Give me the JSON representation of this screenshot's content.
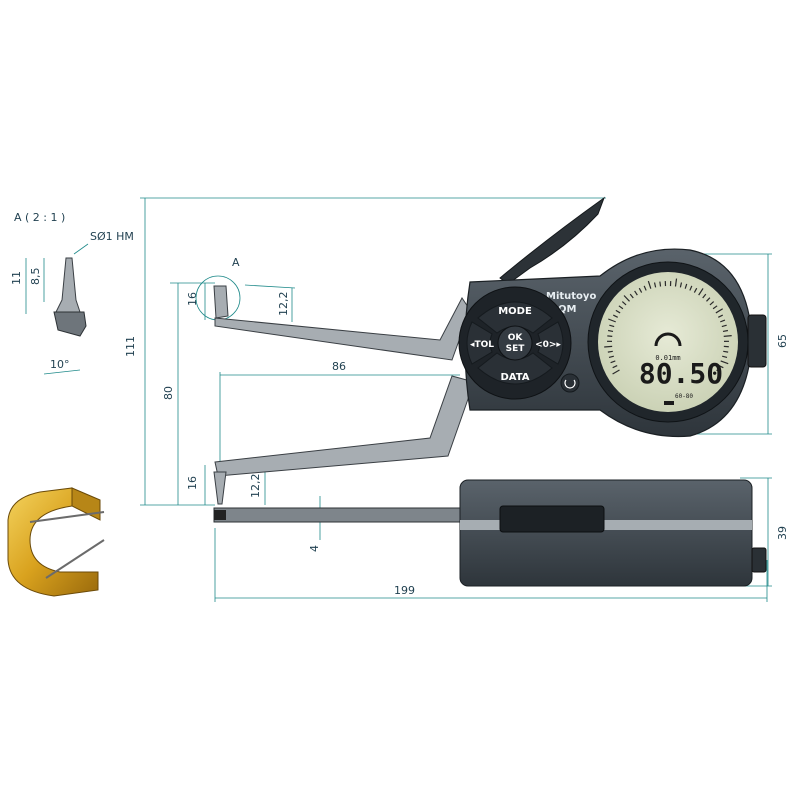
{
  "detail": {
    "title": "A ( 2 : 1 )",
    "tip_label": "SØ1 HM",
    "dim_11": "11",
    "dim_8_5": "8,5",
    "dim_10deg": "10°"
  },
  "callout": {
    "label": "A"
  },
  "dimensions": {
    "d111": "111",
    "d80": "80",
    "d16_top": "16",
    "d12_2_top": "12,2",
    "d86": "86",
    "d16_bottom": "16",
    "d12_2_bottom": "12,2",
    "d4": "4",
    "d199": "199",
    "d65": "65",
    "d39": "39"
  },
  "device": {
    "brand": "Mitutoyo",
    "brand_sub": "QM",
    "keys": {
      "mode": "MODE",
      "tol": "◂TOL",
      "ok": "OK",
      "set": "SET",
      "zero": "<0>▸",
      "data": "DATA"
    },
    "display": {
      "reading": "80.50",
      "resolution": "0.01mm",
      "range": "60-80"
    }
  },
  "colors": {
    "body": "#3d454d",
    "arms": "#a7adb2",
    "dimension": "#1f8a8a",
    "lcd": "#d7ddc4",
    "gold": "#d9a21e"
  }
}
